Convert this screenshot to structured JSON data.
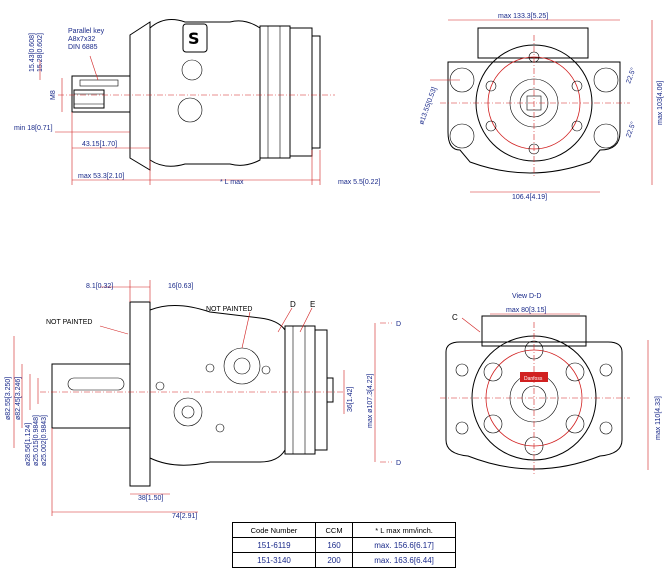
{
  "top_left": {
    "key_note": [
      "Parallel key",
      "A8x7x32",
      "DIN 6885"
    ],
    "dim_top_1": "15.43[0.608]",
    "dim_top_2": "15.28[0.602]",
    "dim_m8": "M8",
    "dim_min18": "min 18[0.71]",
    "dim_43": "43.15[1.70]",
    "dim_max53": "max 53.3[2.10]",
    "dim_lmax": "* L max",
    "dim_max5": "max 5.5[0.22]"
  },
  "top_right": {
    "dim_width": "max 133.3[5.25]",
    "dim_dia": "ø13.55[0.53]",
    "dim_angle1": "22.5°",
    "dim_angle2": "22.5°",
    "dim_height": "max 103[4.06]",
    "dim_bottom": "106.4[4.19]"
  },
  "bottom_left": {
    "dim_81": "8.1[0.32]",
    "dim_16": "16[0.63]",
    "not_painted_1": "NOT PAINTED",
    "not_painted_2": "NOT PAINTED",
    "label_d": "D",
    "label_e": "E",
    "dim_82_55": "ø82.55[3.250]",
    "dim_82_45": "ø82.45[3.246]",
    "dim_28": "ø28.56[1.124]",
    "dim_25_015": "ø25.015[0.9848]",
    "dim_25_002": "ø25.002[0.9843]",
    "dim_36": "36[1.42]",
    "dim_107": "max ø107.3[4.22]",
    "dim_38": "38[1.50]",
    "dim_74": "74[2.91]",
    "section_d_top": "D",
    "section_d_bottom": "D"
  },
  "bottom_right": {
    "view_title": "View D-D",
    "label_c": "C",
    "dim_width": "max 80[3.15]",
    "dim_height": "max 110[4.33]",
    "logo_text": "Danfoss"
  },
  "table": {
    "headers": [
      "Code Number",
      "CCM",
      "* L max mm/inch."
    ],
    "rows": [
      [
        "151-6119",
        "160",
        "max. 156.6[6.17]"
      ],
      [
        "151-3140",
        "200",
        "max. 163.6[6.44]"
      ]
    ]
  },
  "colors": {
    "dimension": "#d12020",
    "outline": "#000000",
    "text": "#1a2a8a"
  }
}
